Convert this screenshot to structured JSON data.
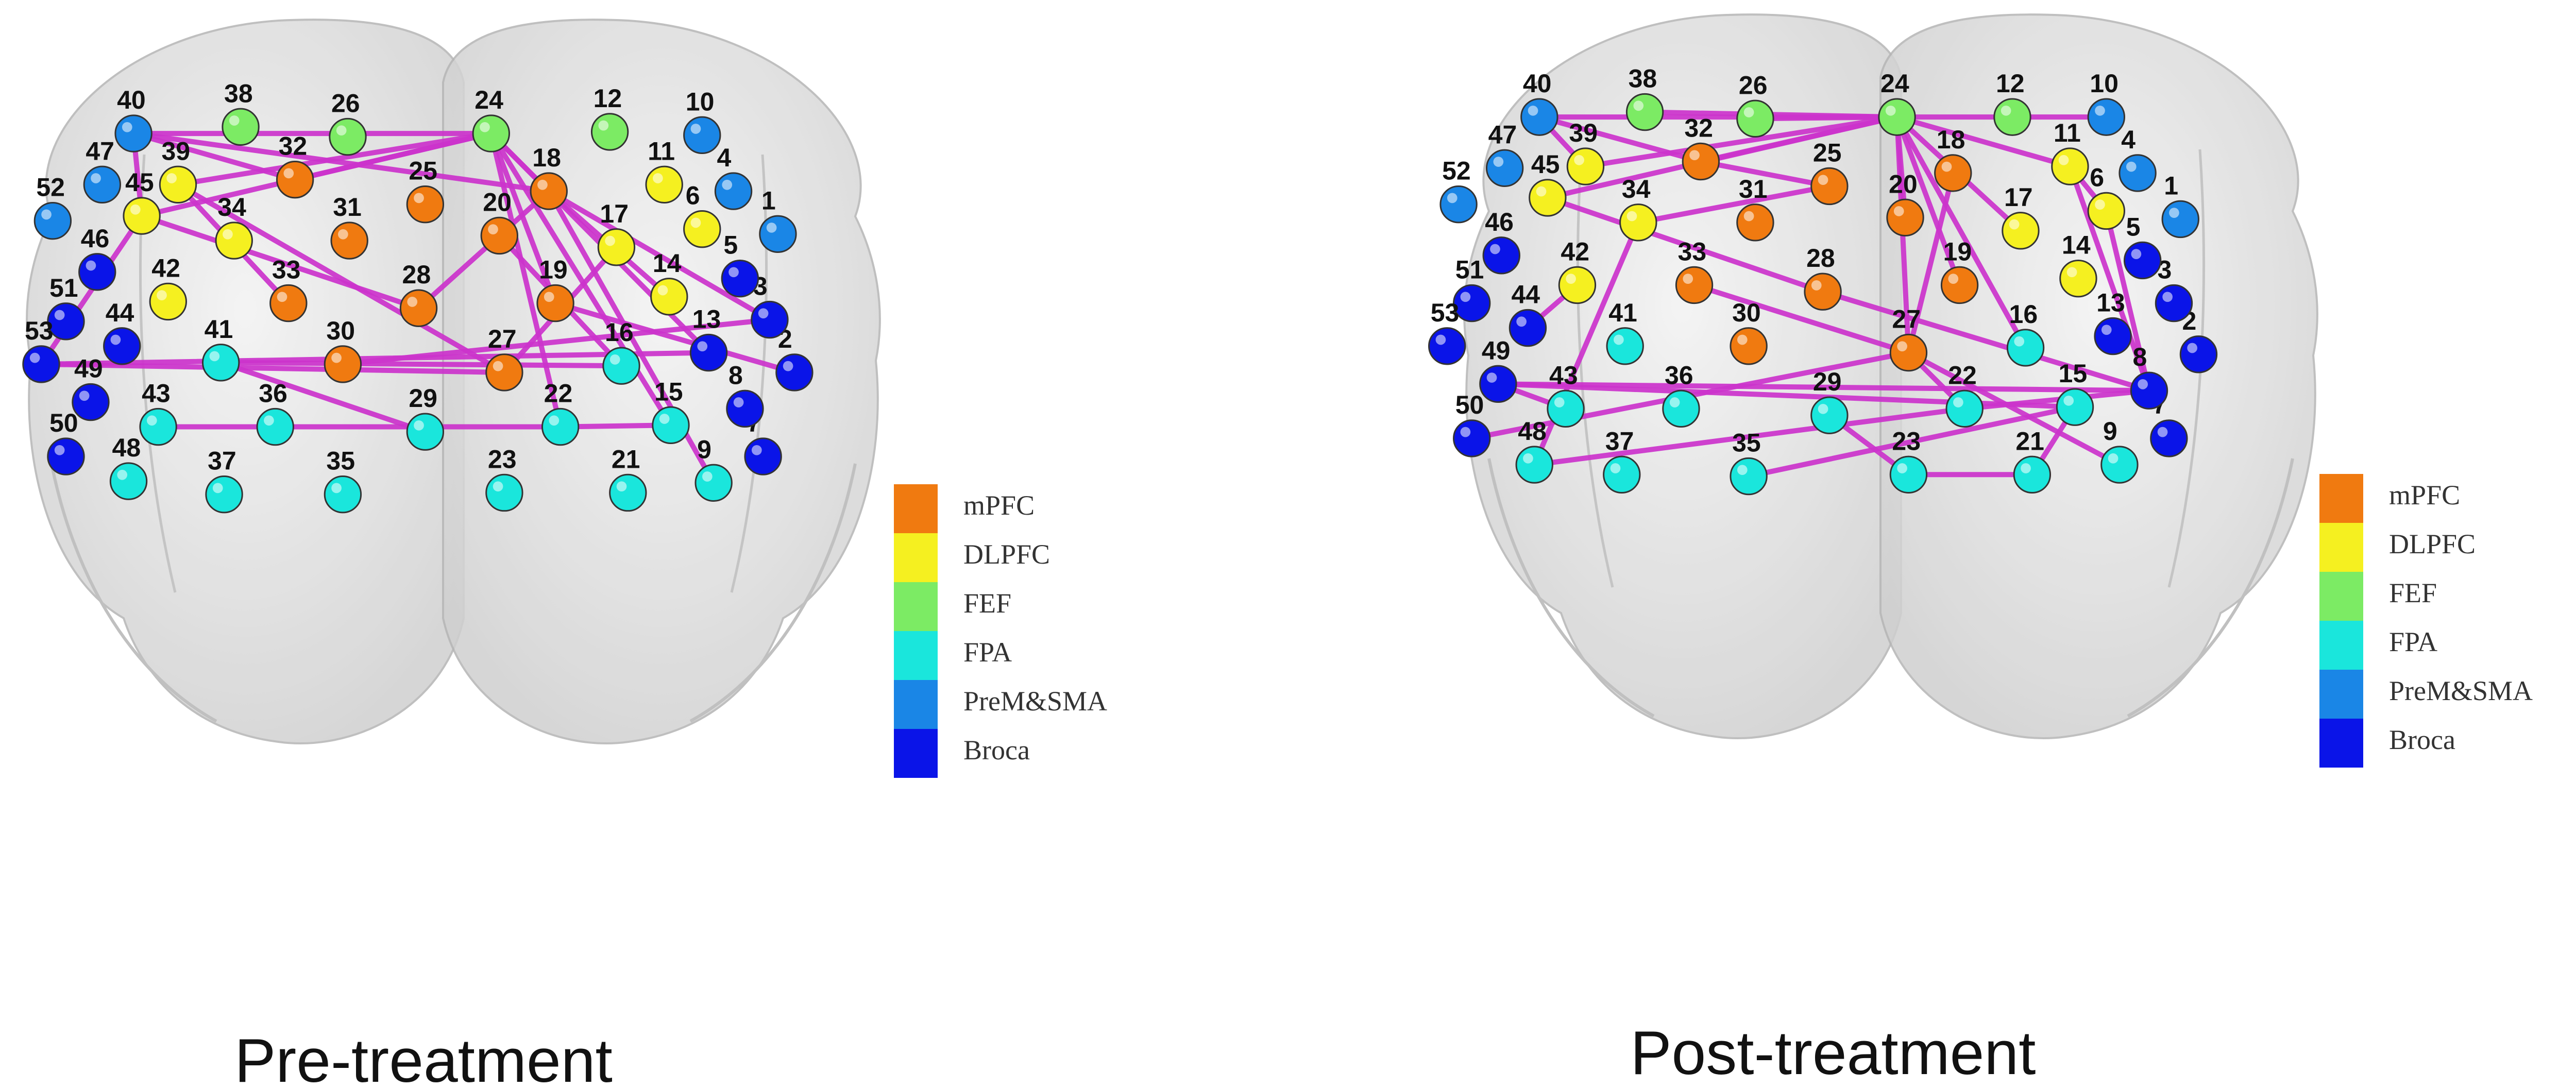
{
  "panels": [
    {
      "caption": "Pre-treatment",
      "nodes": [
        {
          "id": "1",
          "region": "PreM&SMA"
        },
        {
          "id": "2",
          "region": "Broca"
        },
        {
          "id": "3",
          "region": "Broca"
        },
        {
          "id": "4",
          "region": "PreM&SMA"
        },
        {
          "id": "5",
          "region": "Broca"
        },
        {
          "id": "6",
          "region": "DLPFC"
        },
        {
          "id": "7",
          "region": "Broca"
        },
        {
          "id": "8",
          "region": "Broca"
        },
        {
          "id": "9",
          "region": "FPA"
        },
        {
          "id": "10",
          "region": "PreM&SMA"
        },
        {
          "id": "11",
          "region": "DLPFC"
        },
        {
          "id": "12",
          "region": "FEF"
        },
        {
          "id": "13",
          "region": "Broca"
        },
        {
          "id": "14",
          "region": "DLPFC"
        },
        {
          "id": "15",
          "region": "FPA"
        },
        {
          "id": "16",
          "region": "FPA"
        },
        {
          "id": "17",
          "region": "DLPFC"
        },
        {
          "id": "18",
          "region": "mPFC"
        },
        {
          "id": "19",
          "region": "mPFC"
        },
        {
          "id": "20",
          "region": "mPFC"
        },
        {
          "id": "21",
          "region": "FPA"
        },
        {
          "id": "22",
          "region": "FPA"
        },
        {
          "id": "23",
          "region": "FPA"
        },
        {
          "id": "24",
          "region": "FEF"
        },
        {
          "id": "25",
          "region": "mPFC"
        },
        {
          "id": "26",
          "region": "FEF"
        },
        {
          "id": "27",
          "region": "mPFC"
        },
        {
          "id": "28",
          "region": "mPFC"
        },
        {
          "id": "29",
          "region": "FPA"
        },
        {
          "id": "30",
          "region": "mPFC"
        },
        {
          "id": "31",
          "region": "mPFC"
        },
        {
          "id": "32",
          "region": "mPFC"
        },
        {
          "id": "33",
          "region": "mPFC"
        },
        {
          "id": "34",
          "region": "DLPFC"
        },
        {
          "id": "35",
          "region": "FPA"
        },
        {
          "id": "36",
          "region": "FPA"
        },
        {
          "id": "37",
          "region": "FPA"
        },
        {
          "id": "38",
          "region": "FEF"
        },
        {
          "id": "39",
          "region": "DLPFC"
        },
        {
          "id": "40",
          "region": "PreM&SMA"
        },
        {
          "id": "41",
          "region": "FPA"
        },
        {
          "id": "42",
          "region": "DLPFC"
        },
        {
          "id": "43",
          "region": "FPA"
        },
        {
          "id": "44",
          "region": "Broca"
        },
        {
          "id": "45",
          "region": "DLPFC"
        },
        {
          "id": "46",
          "region": "Broca"
        },
        {
          "id": "47",
          "region": "PreM&SMA"
        },
        {
          "id": "48",
          "region": "FPA"
        },
        {
          "id": "49",
          "region": "Broca"
        },
        {
          "id": "50",
          "region": "Broca"
        },
        {
          "id": "51",
          "region": "Broca"
        },
        {
          "id": "52",
          "region": "PreM&SMA"
        },
        {
          "id": "53",
          "region": "Broca"
        }
      ],
      "edges": [
        [
          "40",
          "24"
        ],
        [
          "40",
          "32"
        ],
        [
          "40",
          "45"
        ],
        [
          "40",
          "18"
        ],
        [
          "39",
          "24"
        ],
        [
          "39",
          "33"
        ],
        [
          "39",
          "27"
        ],
        [
          "32",
          "24"
        ],
        [
          "45",
          "24"
        ],
        [
          "45",
          "28"
        ],
        [
          "45",
          "53"
        ],
        [
          "24",
          "18"
        ],
        [
          "24",
          "19"
        ],
        [
          "24",
          "15"
        ],
        [
          "24",
          "22"
        ],
        [
          "24",
          "13"
        ],
        [
          "18",
          "20"
        ],
        [
          "18",
          "14"
        ],
        [
          "18",
          "3"
        ],
        [
          "18",
          "9"
        ],
        [
          "20",
          "16"
        ],
        [
          "20",
          "28"
        ],
        [
          "19",
          "2"
        ],
        [
          "53",
          "13"
        ],
        [
          "53",
          "27"
        ],
        [
          "41",
          "29"
        ],
        [
          "41",
          "16"
        ],
        [
          "43",
          "22"
        ],
        [
          "22",
          "15"
        ],
        [
          "27",
          "17"
        ],
        [
          "30",
          "3"
        ]
      ]
    },
    {
      "caption": "Post-treatment",
      "nodes": [
        {
          "id": "1",
          "region": "PreM&SMA"
        },
        {
          "id": "2",
          "region": "Broca"
        },
        {
          "id": "3",
          "region": "Broca"
        },
        {
          "id": "4",
          "region": "PreM&SMA"
        },
        {
          "id": "5",
          "region": "Broca"
        },
        {
          "id": "6",
          "region": "DLPFC"
        },
        {
          "id": "7",
          "region": "Broca"
        },
        {
          "id": "8",
          "region": "Broca"
        },
        {
          "id": "9",
          "region": "FPA"
        },
        {
          "id": "10",
          "region": "PreM&SMA"
        },
        {
          "id": "11",
          "region": "DLPFC"
        },
        {
          "id": "12",
          "region": "FEF"
        },
        {
          "id": "13",
          "region": "Broca"
        },
        {
          "id": "14",
          "region": "DLPFC"
        },
        {
          "id": "15",
          "region": "FPA"
        },
        {
          "id": "16",
          "region": "FPA"
        },
        {
          "id": "17",
          "region": "DLPFC"
        },
        {
          "id": "18",
          "region": "mPFC"
        },
        {
          "id": "19",
          "region": "mPFC"
        },
        {
          "id": "20",
          "region": "mPFC"
        },
        {
          "id": "21",
          "region": "FPA"
        },
        {
          "id": "22",
          "region": "FPA"
        },
        {
          "id": "23",
          "region": "FPA"
        },
        {
          "id": "24",
          "region": "FEF"
        },
        {
          "id": "25",
          "region": "mPFC"
        },
        {
          "id": "26",
          "region": "FEF"
        },
        {
          "id": "27",
          "region": "mPFC"
        },
        {
          "id": "28",
          "region": "mPFC"
        },
        {
          "id": "29",
          "region": "FPA"
        },
        {
          "id": "30",
          "region": "mPFC"
        },
        {
          "id": "31",
          "region": "mPFC"
        },
        {
          "id": "32",
          "region": "mPFC"
        },
        {
          "id": "33",
          "region": "mPFC"
        },
        {
          "id": "34",
          "region": "DLPFC"
        },
        {
          "id": "35",
          "region": "FPA"
        },
        {
          "id": "36",
          "region": "FPA"
        },
        {
          "id": "37",
          "region": "FPA"
        },
        {
          "id": "38",
          "region": "FEF"
        },
        {
          "id": "39",
          "region": "DLPFC"
        },
        {
          "id": "40",
          "region": "PreM&SMA"
        },
        {
          "id": "41",
          "region": "FPA"
        },
        {
          "id": "42",
          "region": "DLPFC"
        },
        {
          "id": "43",
          "region": "FPA"
        },
        {
          "id": "44",
          "region": "Broca"
        },
        {
          "id": "45",
          "region": "DLPFC"
        },
        {
          "id": "46",
          "region": "Broca"
        },
        {
          "id": "47",
          "region": "PreM&SMA"
        },
        {
          "id": "48",
          "region": "FPA"
        },
        {
          "id": "49",
          "region": "Broca"
        },
        {
          "id": "50",
          "region": "Broca"
        },
        {
          "id": "51",
          "region": "Broca"
        },
        {
          "id": "52",
          "region": "PreM&SMA"
        },
        {
          "id": "53",
          "region": "Broca"
        }
      ],
      "edges": [
        [
          "40",
          "32"
        ],
        [
          "40",
          "39"
        ],
        [
          "40",
          "24"
        ],
        [
          "39",
          "24"
        ],
        [
          "32",
          "24"
        ],
        [
          "32",
          "25"
        ],
        [
          "45",
          "24"
        ],
        [
          "45",
          "28"
        ],
        [
          "38",
          "24"
        ],
        [
          "26",
          "24"
        ],
        [
          "24",
          "11"
        ],
        [
          "24",
          "19"
        ],
        [
          "24",
          "17"
        ],
        [
          "24",
          "16"
        ],
        [
          "24",
          "27"
        ],
        [
          "24",
          "10"
        ],
        [
          "24",
          "20"
        ],
        [
          "11",
          "6"
        ],
        [
          "11",
          "8"
        ],
        [
          "6",
          "8"
        ],
        [
          "34",
          "48"
        ],
        [
          "34",
          "25"
        ],
        [
          "33",
          "27"
        ],
        [
          "18",
          "27"
        ],
        [
          "28",
          "8"
        ],
        [
          "49",
          "8"
        ],
        [
          "49",
          "15"
        ],
        [
          "27",
          "22"
        ],
        [
          "22",
          "8"
        ],
        [
          "48",
          "22"
        ],
        [
          "50",
          "27"
        ],
        [
          "35",
          "15"
        ],
        [
          "23",
          "21"
        ],
        [
          "21",
          "15"
        ],
        [
          "23",
          "29"
        ],
        [
          "44",
          "42"
        ],
        [
          "43",
          "49"
        ],
        [
          "27",
          "9"
        ]
      ]
    }
  ],
  "legend": [
    {
      "label": "mPFC",
      "color": "#F07A10"
    },
    {
      "label": "DLPFC",
      "color": "#F5F020"
    },
    {
      "label": "FEF",
      "color": "#7CEB64"
    },
    {
      "label": "FPA",
      "color": "#1AE6DC"
    },
    {
      "label": "PreM&SMA",
      "color": "#1A86E6"
    },
    {
      "label": "Broca",
      "color": "#0A14E8"
    }
  ],
  "colors": {
    "edge": "#CC33CC",
    "brain_fill": "#D8D8D8",
    "brain_stroke": "#B8B8B8"
  }
}
